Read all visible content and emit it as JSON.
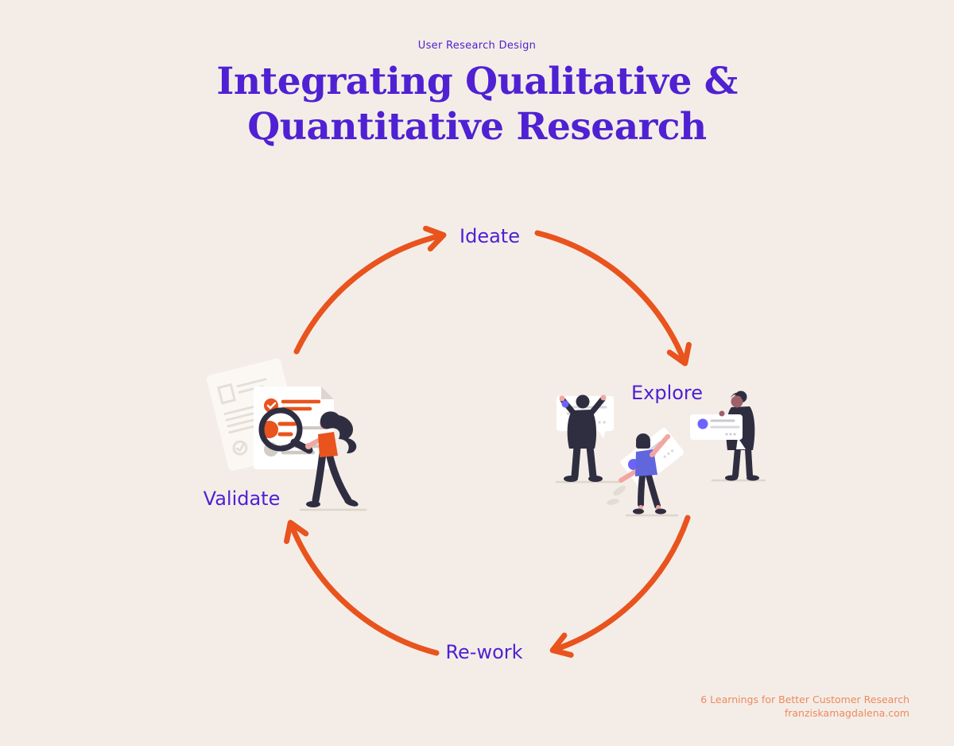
{
  "page": {
    "background": "#f4ede7",
    "eyebrow": "User Research Design",
    "title_line1": "Integrating Qualitative &",
    "title_line2": "Quantitative Research"
  },
  "cycle": {
    "type": "circular-process",
    "direction": "clockwise",
    "steps": [
      {
        "label": "Ideate",
        "position": "top"
      },
      {
        "label": "Explore",
        "position": "right"
      },
      {
        "label": "Re-work",
        "position": "bottom"
      },
      {
        "label": "Validate",
        "position": "left"
      }
    ]
  },
  "illustrations": {
    "validate": "woman-with-magnifying-glass-reviewing-checklist-documents",
    "explore": "three-people-presenting-speech-bubble-boards"
  },
  "footer": {
    "line1": "6 Learnings for Better Customer Research",
    "line2": "franziskamagdalena.com"
  },
  "colors": {
    "bg": "#f4ede7",
    "purple": "#4f21d3",
    "orange": "#e9531d",
    "footer_orange": "#ed8a5e",
    "ink": "#2f2e41",
    "skin": "#f2a6a2",
    "skin_dark": "#9e616a",
    "violet": "#6c63ff",
    "blue_top": "#6166dd",
    "card": "#ffffff",
    "gray_line": "#cfc9c3",
    "gray_fill": "#d3cdc7",
    "ground": "#ddd5ce",
    "doc_faint": "#e6dfd8",
    "back_doc": "#fbf8f4",
    "card_line": "#d8d8de"
  }
}
